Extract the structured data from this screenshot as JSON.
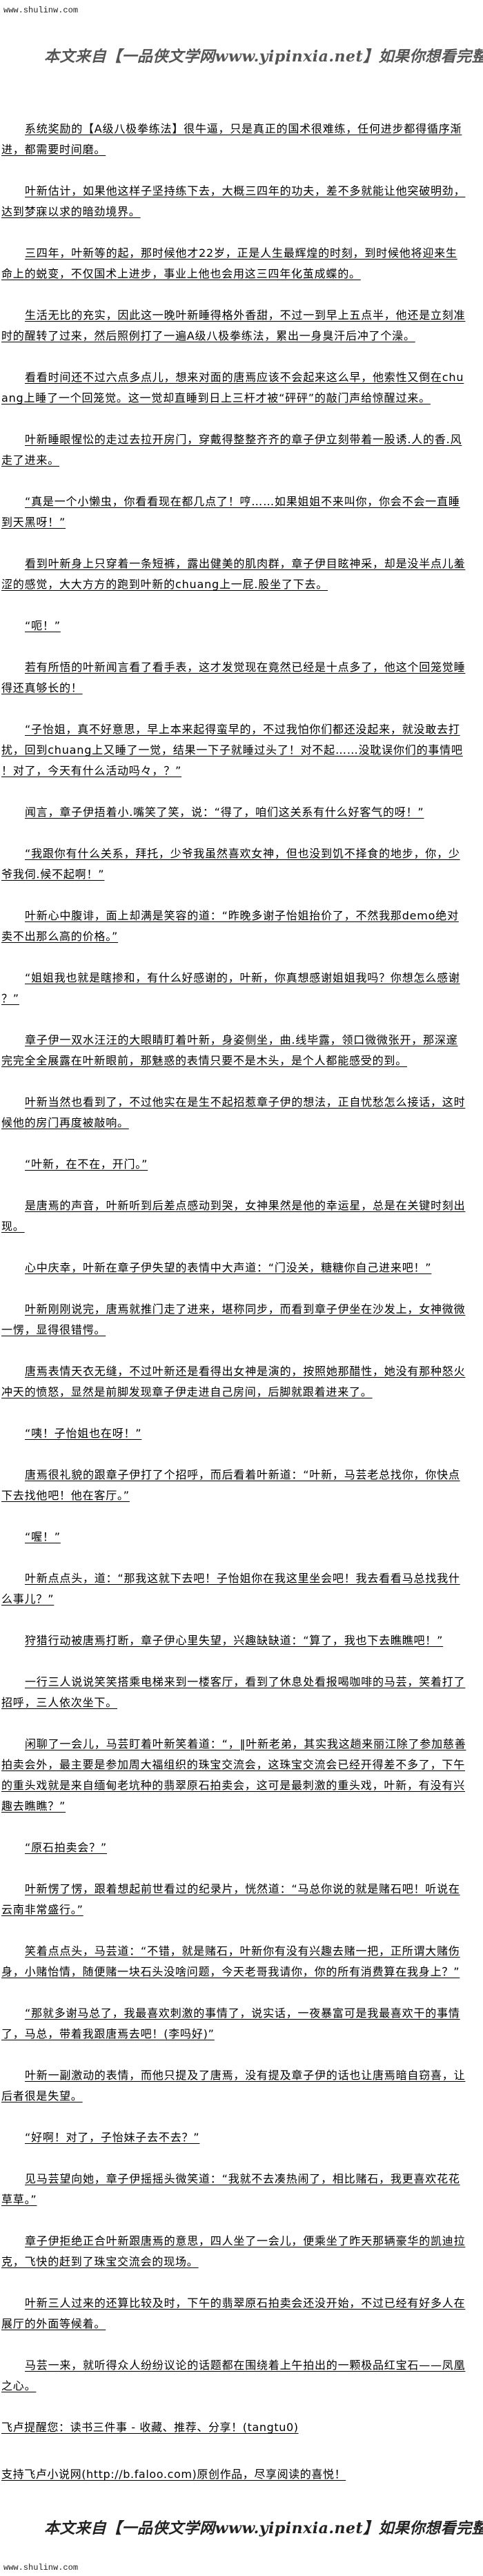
{
  "site_url": "www.shulinw.com",
  "banner_text": "本文来自【一品侠文学网www.yipinxia.net】如果你想看完整版小说，请",
  "paragraphs": [
    "系统奖励的【A级八极拳练法】很牛逼，只是真正的国术很难练，任何进步都得循序渐进，都需要时间磨。",
    "叶新估计，如果他这样子坚持练下去，大概三四年的功夫，差不多就能让他突破明劲，达到梦寐以求的暗劲境界。",
    "三四年，叶新等的起，那时候他才22岁，正是人生最辉煌的时刻，到时候他将迎来生命上的蜕变，不仅国术上进步，事业上他也会用这三四年化茧成蝶的。",
    "生活无比的充实，因此这一晚叶新睡得格外香甜，不过一到早上五点半，他还是立刻准时的醒转了过来，然后照例打了一遍A级八极拳练法，累出一身臭汗后冲了个澡。",
    "看看时间还不过六点多点儿，想来对面的唐焉应该不会起来这么早，他索性又倒在chuang上睡了一个回笼觉。这一觉却直睡到日上三杆才被“砰砰”的敲门声给惊醒过来。",
    "叶新睡眼惺忪的走过去拉开房门，穿戴得整整齐齐的章子伊立刻带着一股诱.人的香.风走了进来。",
    "“真是一个小懒虫，你看看现在都几点了！哼……如果姐姐不来叫你，你会不会一直睡到天黑呀！”",
    "看到叶新身上只穿着一条短裤，露出健美的肌肉群，章子伊目眩神采，却是没半点儿羞涩的感觉，大大方方的跑到叶新的chuang上一屁.股坐了下去。",
    "“呃！”",
    "若有所悟的叶新闻言看了看手表，这才发觉现在竟然已经是十点多了，他这个回笼觉睡得还真够长的！",
    "“子怡姐，真不好意思，早上本来起得蛮早的，不过我怕你们都还没起来，就没敢去打扰，回到chuang上又睡了一觉，结果一下子就睡过头了！对不起……没耽误你们的事情吧！对了，今天有什么活动吗々，？”",
    "闻言，章子伊捂着小.嘴笑了笑，说：“得了，咱们这关系有什么好客气的呀！”",
    "“我跟你有什么关系，拜托，少爷我虽然喜欢女神，但也没到饥不择食的地步，你，少爷我伺.候不起啊！”",
    "叶新心中腹诽，面上却满是笑容的道：“昨晚多谢子怡姐抬价了，不然我那demo绝对卖不出那么高的价格。”",
    "“姐姐我也就是瞎掺和，有什么好感谢的，叶新，你真想感谢姐姐我吗？你想怎么感谢？”",
    "章子伊一双水汪汪的大眼睛盯着叶新，身姿侧坐，曲.线毕露，领口微微张开，那深邃完完全全展露在叶新眼前，那魅惑的表情只要不是木头，是个人都能感受的到。",
    "叶新当然也看到了，不过他实在是生不起招惹章子伊的想法，正自忧愁怎么接话，这时候他的房门再度被敲响。",
    "“叶新，在不在，开门。”",
    "是唐焉的声音，叶新听到后差点感动到哭，女神果然是他的幸运星，总是在关键时刻出现。",
    "心中庆幸，叶新在章子伊失望的表情中大声道：“门没关，糖糖你自己进来吧！”",
    "叶新刚刚说完，唐焉就推门走了进来，堪称同步，而看到章子伊坐在沙发上，女神微微一愣，显得很错愕。",
    "唐焉表情天衣无缝，不过叶新还是看得出女神是演的，按照她那醋性，她没有那种怒火冲天的愤怒，显然是前脚发现章子伊走进自己房间，后脚就跟着进来了。",
    "“咦！子怡姐也在呀！”",
    "唐焉很礼貌的跟章子伊打了个招呼，而后看着叶新道：“叶新，马芸老总找你，你快点下去找他吧！他在客厅。”",
    "“喔！”",
    "叶新点点头，道：“那我这就下去吧！子怡姐你在我这里坐会吧！我去看看马总找我什么事儿？”",
    "狩猎行动被唐焉打断，章子伊心里失望，兴趣缺缺道：“算了，我也下去瞧瞧吧！”",
    "一行三人说说笑笑搭乘电梯来到一楼客厅，看到了休息处看报喝咖啡的马芸，笑着打了招呼，三人依次坐下。",
    "闲聊了一会儿，马芸盯着叶新笑着道：“，‖叶新老弟，其实我这趟来丽江除了参加慈善拍卖会外，最主要是参加周大福组织的珠宝交流会，这珠宝交流会已经开得差不多了，下午的重头戏就是来自缅甸老坑种的翡翠原石拍卖会，这可是最刺激的重头戏，叶新，有没有兴趣去瞧瞧？”",
    "“原石拍卖会？”",
    "叶新愣了愣，跟着想起前世看过的纪录片，恍然道：“马总你说的就是赌石吧！听说在云南非常盛行。”",
    "笑着点点头，马芸道：“不错，就是赌石，叶新你有没有兴趣去赌一把，正所谓大赌伤身，小赌怡情，随便赌一块石头没啥问题，今天老哥我请你，你的所有消费算在我身上？”",
    "“那就多谢马总了，我最喜欢刺激的事情了，说实话，一夜暴富可是我最喜欢干的事情了，马总，带着我跟唐焉去吧！(李吗好)”",
    "叶新一副激动的表情，而他只提及了唐焉，没有提及章子伊的话也让唐焉暗自窃喜，让后者很是失望。",
    "“好啊！对了，子怡妹子去不去？”",
    "见马芸望向她，章子伊摇摇头微笑道：“我就不去凑热闹了，相比赌石，我更喜欢花花草草。”",
    "章子伊拒绝正合叶新跟唐焉的意思，四人坐了一会儿，便乘坐了昨天那辆豪华的凯迪拉克，飞快的赶到了珠宝交流会的现场。",
    "叶新三人过来的还算比较及时，下午的翡翠原石拍卖会还没开始，不过已经有好多人在展厅的外面等候着。",
    "马芸一来，就听得众人纷纷议论的话题都在围绕着上午拍出的一颗极品红宝石——凤凰之心。"
  ],
  "footer": {
    "reminder": "飞卢提醒您：读书三件事 - 收藏、推荐、分享！(tangtu0)",
    "support": "支持飞卢小说网(http://b.faloo.com)原创作品，尽享阅读的喜悦！"
  }
}
